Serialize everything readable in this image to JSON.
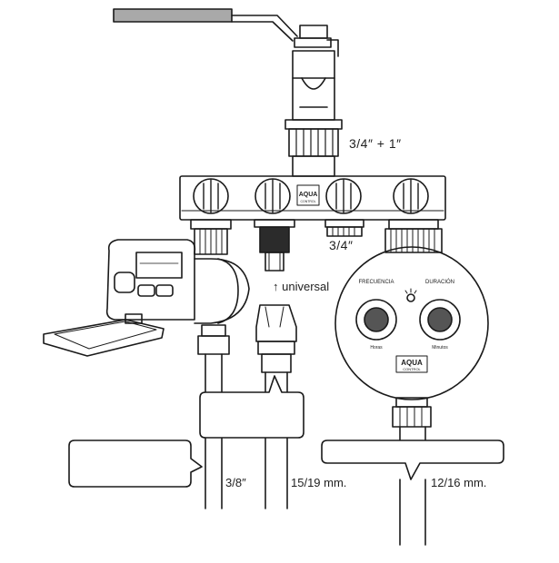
{
  "labels": {
    "inlet_thread": "3/4″ + 1″",
    "outlet_thread": "3/4″",
    "universal_connector": "↑ universal",
    "hose_small": "3/8″",
    "hose_medium": "15/19 mm.",
    "hose_large": "12/16 mm."
  },
  "brand": {
    "name": "AQUA",
    "subname": "CONTROL"
  },
  "timer_dial": {
    "left_title": "FRECUENCIA",
    "right_title": "DURACIÓN",
    "left_caption": "Horas",
    "right_caption": "Minutos"
  }
}
